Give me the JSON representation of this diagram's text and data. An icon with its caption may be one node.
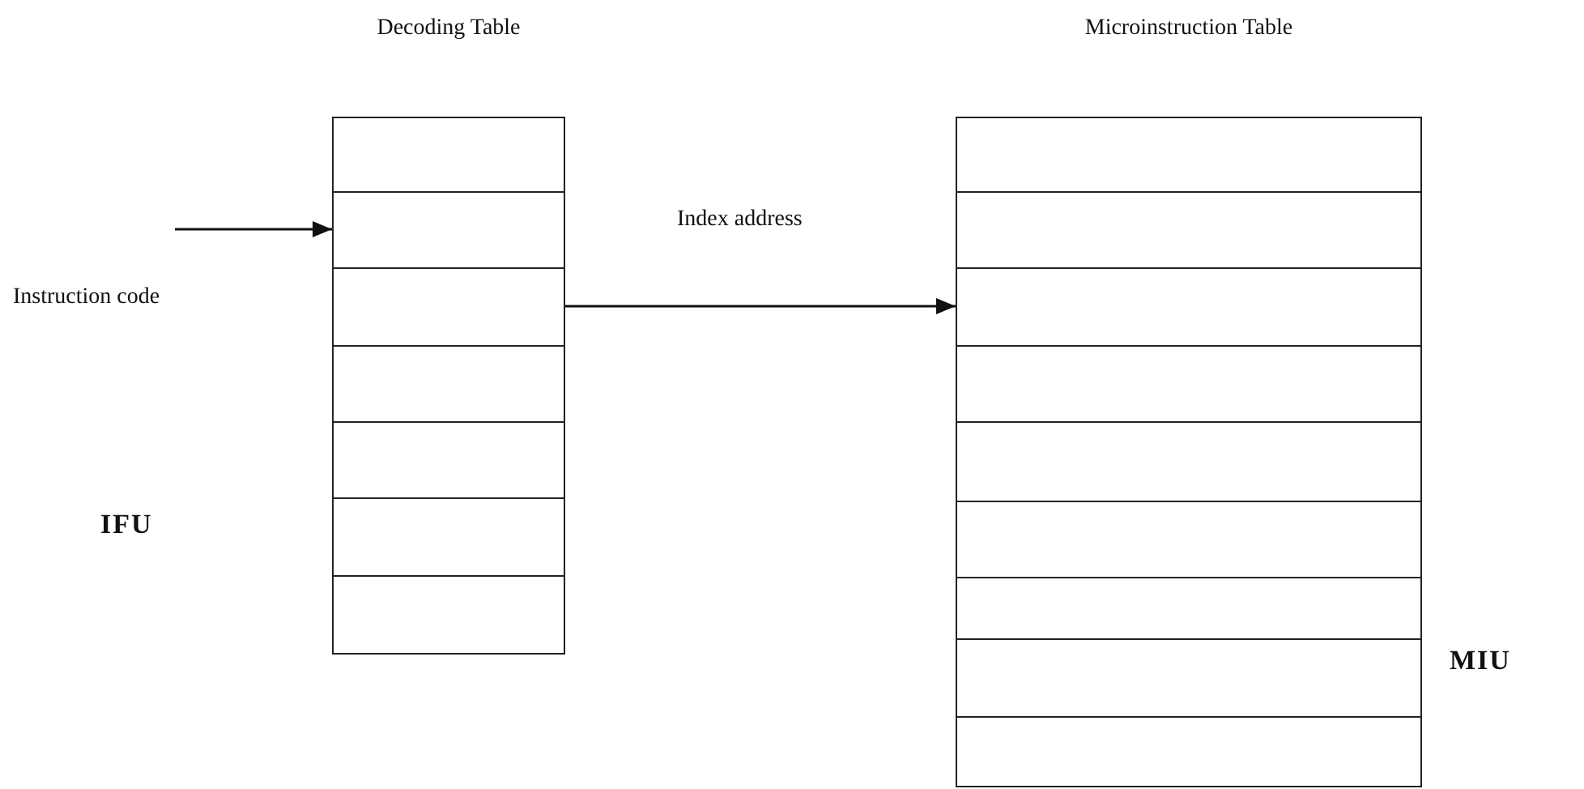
{
  "diagram": {
    "nodes": [
      {
        "text": [
          "Decoding Table"
        ]
      },
      {
        "text": [],
        "shape": "box",
        "in": 0
      },
      {
        "text": [],
        "shape": "box",
        "in": 0
      },
      {
        "text": [],
        "shape": "box",
        "in": 0
      },
      {
        "text": [],
        "shape": "box",
        "in": 0
      },
      {
        "text": [],
        "shape": "box",
        "in": 0
      },
      {
        "text": [],
        "shape": "box",
        "in": 0
      },
      {
        "text": [],
        "shape": "box",
        "in": 0
      },
      {
        "text": [
          "Microinstruction Table"
        ]
      },
      {
        "text": [],
        "shape": "box",
        "in": 8
      },
      {
        "text": [],
        "shape": "box",
        "in": 8
      },
      {
        "text": [],
        "shape": "box",
        "in": 8
      },
      {
        "text": [],
        "shape": "box",
        "in": 8
      },
      {
        "text": [],
        "shape": "box",
        "in": 8
      },
      {
        "text": [],
        "shape": "box",
        "in": 8
      },
      {
        "text": [],
        "shape": "box",
        "in": 8
      },
      {
        "text": [],
        "shape": "box",
        "in": 8
      },
      {
        "text": [],
        "shape": "box",
        "in": 8
      }
    ],
    "edges": [
      {
        "from": null,
        "to": 2,
        "arrow": "to",
        "label": "Instruction code"
      },
      {
        "from": 3,
        "to": 11,
        "arrow": "to",
        "label": "Index address"
      }
    ],
    "labels": [
      "IFU",
      "MIU"
    ]
  }
}
